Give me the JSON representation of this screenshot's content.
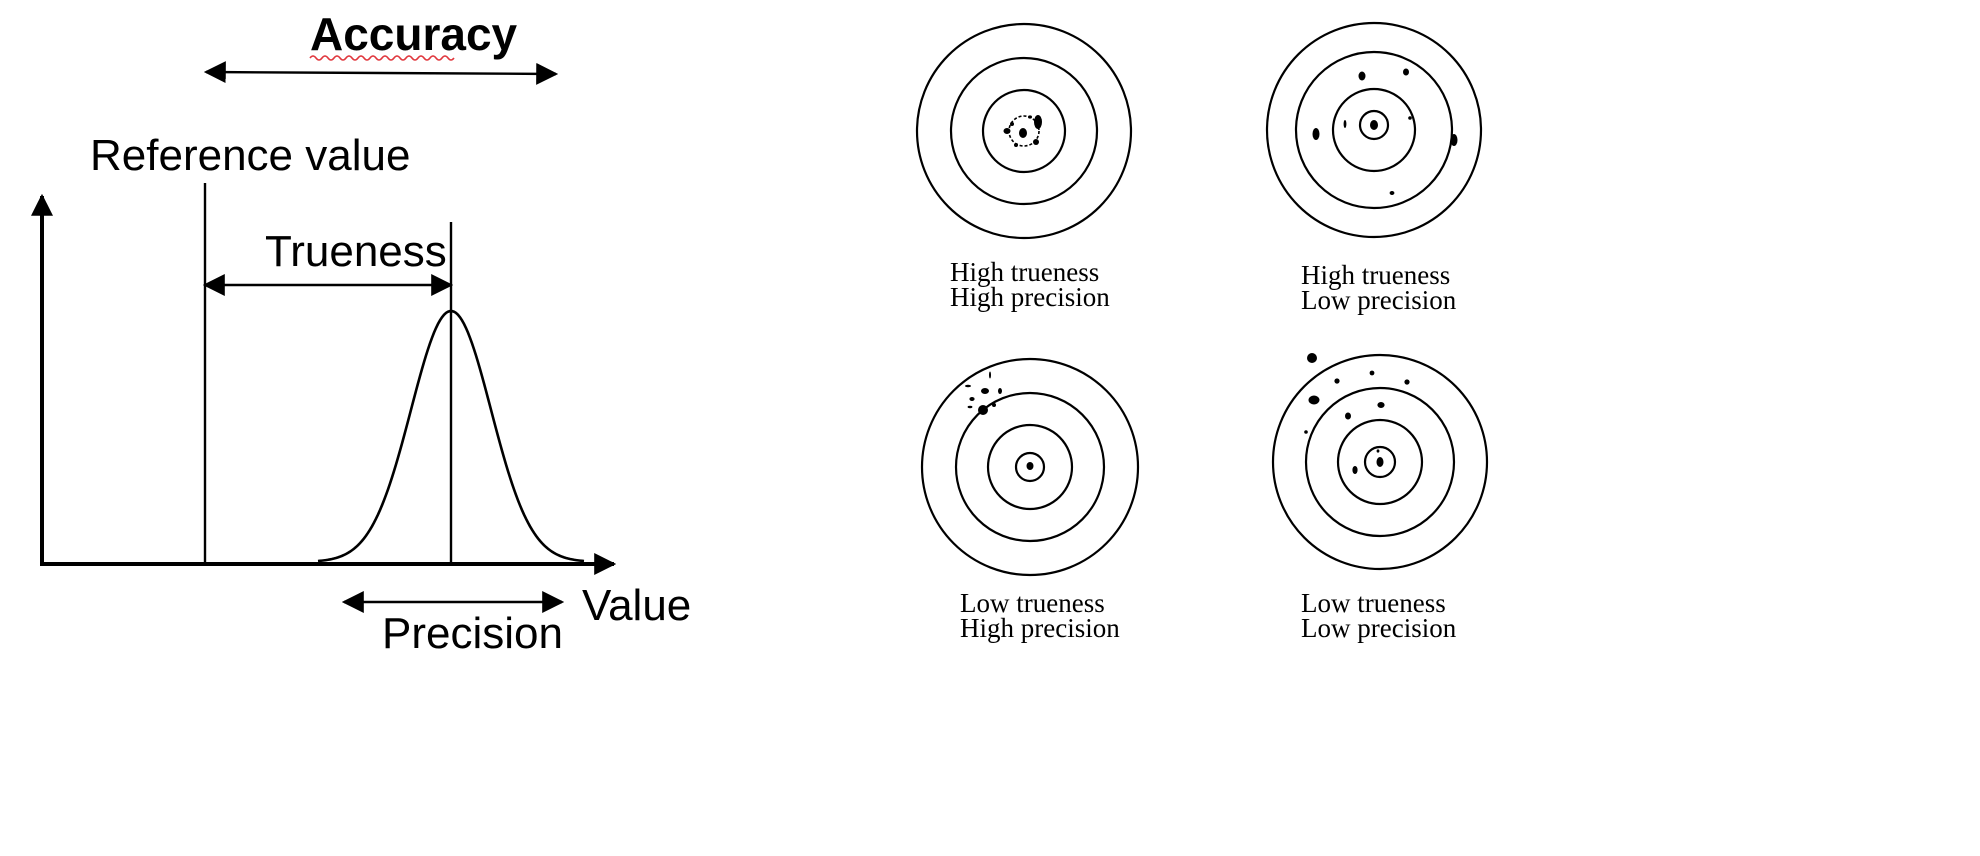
{
  "diagram": {
    "accuracy_label": "Accuracy",
    "reference_label": "Reference value",
    "trueness_label": "Trueness",
    "precision_label": "Precision",
    "value_label": "Value"
  },
  "targets": [
    {
      "line1": "High trueness",
      "line2": "High precision"
    },
    {
      "line1": "High trueness",
      "line2": "Low precision"
    },
    {
      "line1": "Low trueness",
      "line2": "High precision"
    },
    {
      "line1": "Low trueness",
      "line2": "Low precision"
    }
  ],
  "colors": {
    "ink": "#000000",
    "spell_underline": "#e0383e",
    "background": "#ffffff"
  }
}
